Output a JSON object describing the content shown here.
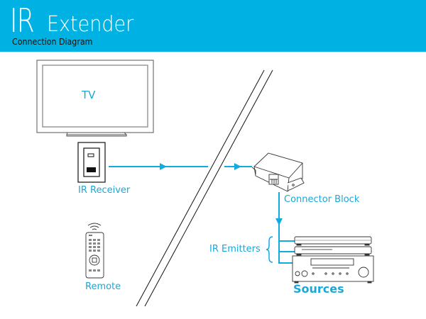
{
  "header": {
    "title_main": "IR",
    "title_rest": "Extender",
    "subtitle": "Connection Diagram",
    "background_color": "#00b2e3"
  },
  "diagram": {
    "accent_color": "#12abdf",
    "nodes": {
      "tv": "TV",
      "ir_receiver": "IR Receiver",
      "remote": "Remote",
      "connector_block": "Connector Block",
      "ir_emitters": "IR Emitters",
      "sources": "Sources"
    },
    "edges": [
      {
        "from": "ir_receiver",
        "to": "connector_block",
        "crosses": "wall"
      },
      {
        "from": "connector_block",
        "to": "sources",
        "via": "ir_emitters",
        "branches": 3
      }
    ]
  }
}
